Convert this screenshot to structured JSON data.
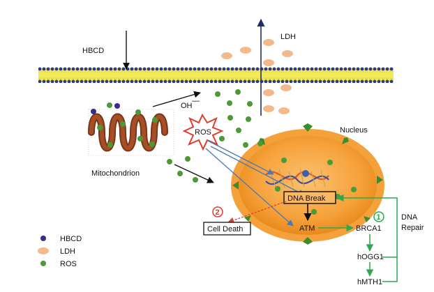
{
  "labels": {
    "hbcd": "HBCD",
    "ldh": "LDH",
    "oh": "OH",
    "oh_sup": "—",
    "ros": "ROS",
    "mitochondrion": "Mitochondrion",
    "nucleus": "Nucleus",
    "dna_break": "DNA Break",
    "cell_death": "Cell Death",
    "atm": "ATM",
    "brca1": "BRCA1",
    "hogg1": "hOGG1",
    "hmth1": "hMTH1",
    "dna_repair_line1": "DNA",
    "dna_repair_line2": "Repair",
    "marker_death": "2",
    "marker_repair": "1"
  },
  "legend": [
    {
      "label": "HBCD",
      "color": "#3b2a86",
      "shape": "dot"
    },
    {
      "label": "LDH",
      "color": "#f4b98a",
      "shape": "ellipse"
    },
    {
      "label": "ROS",
      "color": "#4b9a35",
      "shape": "dot"
    }
  ],
  "colors": {
    "membrane_head": "#2c3a8c",
    "membrane_tail": "#f2e64a",
    "nucleus_outer": "#f7a53d",
    "nucleus_inner": "#e8891b",
    "nuclear_pore": "#3d8b2b",
    "ros_green": "#4b9a35",
    "ldh_orange": "#f4b98a",
    "hbcd_purple": "#3b2a86",
    "repair_green": "#2fa84f",
    "death_red": "#e23b2a",
    "ros_arrow_blue": "#4a78b8",
    "mito_brown": "#8b3a1a"
  }
}
